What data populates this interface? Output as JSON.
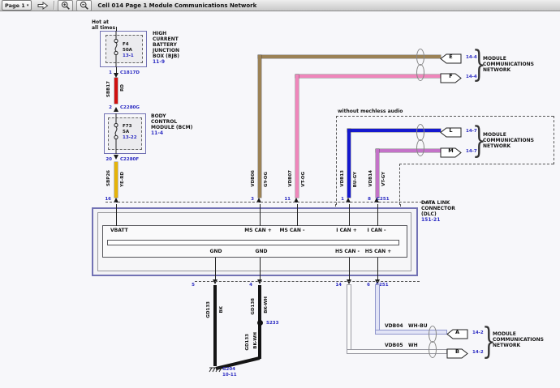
{
  "toolbar": {
    "page_select": "Page 1",
    "title": "Cell 014 Page 1 Module Communications Network"
  },
  "labels": {
    "hot1": "Hot at",
    "hot2": "all times",
    "without": "without mechless audio"
  },
  "bjb": {
    "fuse": "F4",
    "rating": "50A",
    "fuse_ref": "13-1",
    "n1": "HIGH",
    "n2": "CURRENT",
    "n3": "BATTERY",
    "n4": "JUNCTION",
    "n5": "BOX (BJB)",
    "ref": "11-9"
  },
  "bcm": {
    "fuse": "F73",
    "rating": "5A",
    "fuse_ref": "13-22",
    "n1": "BODY",
    "n2": "CONTROL",
    "n3": "MODULE (BCM)",
    "ref": "11-4"
  },
  "connectors": {
    "c1817d": {
      "pin": "1",
      "name": "C1817D"
    },
    "c2280g": {
      "pin": "2",
      "name": "C2280G"
    },
    "c2280f": {
      "pin": "20",
      "name": "C2280F"
    },
    "pin16": "16",
    "c251_top": "C251",
    "c251_bottom": "C251"
  },
  "wires": {
    "sbb17": {
      "c": "SBB17",
      "col": "RD"
    },
    "sbp26": {
      "c": "SBP26",
      "col": "YE-RD"
    },
    "vdb06": {
      "pin": "3",
      "c": "VDB06",
      "col": "GY-OG"
    },
    "vdb07": {
      "pin": "11",
      "c": "VDB07",
      "col": "VT-OG"
    },
    "vdb13": {
      "pin": "1",
      "c": "VDB13",
      "col": "BU-GY"
    },
    "vdb14": {
      "pin": "8",
      "c": "VDB14",
      "col": "VT-GY"
    },
    "gd133": {
      "pin": "5",
      "c": "GD133",
      "col": "BK"
    },
    "gd138": {
      "pin": "4",
      "c": "GD138",
      "col": "BK-WH"
    },
    "gd133b": {
      "c": "GD133",
      "col": "BK-WH"
    },
    "vdb05": {
      "pin": "14",
      "c": "VDB05",
      "col": "WH"
    },
    "vdb04": {
      "pin": "6",
      "c": "VDB04",
      "col": "WH-BU"
    },
    "splice": "S233",
    "ground": {
      "name": "G204",
      "ref": "10-11"
    }
  },
  "dlc": {
    "n1": "DATA LINK",
    "n2": "CONNECTOR",
    "n3": "(DLC)",
    "ref": "151-21",
    "vbatt": "VBATT",
    "ms_p": "MS CAN +",
    "ms_n": "MS CAN -",
    "i_p": "I CAN +",
    "i_n": "I CAN -",
    "gnd1": "GND",
    "gnd2": "GND",
    "hs_n": "HS CAN -",
    "hs_p": "HS CAN +"
  },
  "offpage": {
    "e": {
      "t": "E",
      "ref": "14-4"
    },
    "f": {
      "t": "F",
      "ref": "14-4"
    },
    "l": {
      "t": "L",
      "ref": "14-7"
    },
    "m": {
      "t": "M",
      "ref": "14-7"
    },
    "a": {
      "t": "A",
      "ref": "14-2"
    },
    "b": {
      "t": "B",
      "ref": "14-2"
    }
  },
  "network": {
    "l1": "MODULE",
    "l2": "COMMUNICATIONS",
    "l3": "NETWORK"
  },
  "colors": {
    "wire_red": "#d01010",
    "wire_yellow": "#e6b409",
    "wire_brown": "#9b8256",
    "wire_pink": "#ef86bb",
    "wire_blue": "#1518cf",
    "wire_violet": "#c472c8",
    "wire_black": "#141414",
    "wire_white": "#fbfbfb",
    "wire_white_blue": "#e2e4f6",
    "ref_blue": "#2a2ac2",
    "box_border": "#7272b4"
  }
}
